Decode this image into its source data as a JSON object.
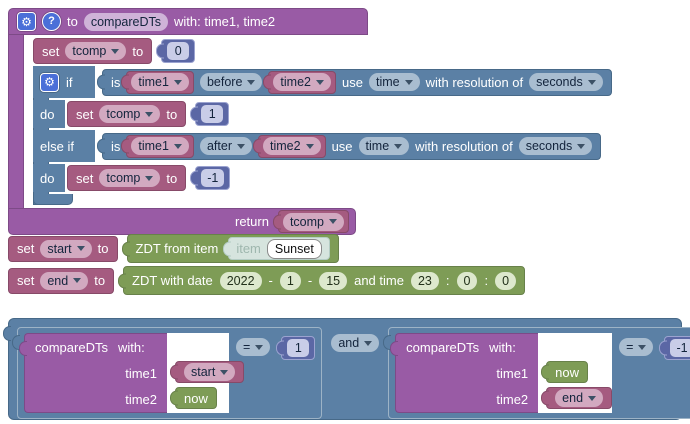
{
  "icons": {
    "gear": "⚙",
    "help": "?"
  },
  "def": {
    "header": {
      "to": "to",
      "name": "compareDTs",
      "params": "with: time1, time2"
    },
    "set0": {
      "set": "set",
      "var": "tcomp",
      "to": "to",
      "value": "0"
    },
    "if": {
      "if_label": "if",
      "cond1": {
        "is": "is",
        "left": "time1",
        "op": "before",
        "right": "time2",
        "use": "use",
        "source": "time",
        "res_label": "with resolution of",
        "resolution": "seconds"
      },
      "do1_label": "do",
      "set1": {
        "set": "set",
        "var": "tcomp",
        "to": "to",
        "value": "1"
      },
      "elseif_label": "else if",
      "cond2": {
        "is": "is",
        "left": "time1",
        "op": "after",
        "right": "time2",
        "use": "use",
        "source": "time",
        "res_label": "with resolution of",
        "resolution": "seconds"
      },
      "do2_label": "do",
      "set2": {
        "set": "set",
        "var": "tcomp",
        "to": "to",
        "value": "-1"
      }
    },
    "return": {
      "label": "return",
      "var": "tcomp"
    }
  },
  "set_start": {
    "set": "set",
    "var": "start",
    "to": "to",
    "fn": "ZDT from item",
    "item_label": "item",
    "item_name": "Sunset"
  },
  "set_end": {
    "set": "set",
    "var": "end",
    "to": "to",
    "fn": "ZDT with date",
    "year": "2022",
    "dash1": "-",
    "month": "1",
    "dash2": "-",
    "day": "15",
    "and_time": "and time",
    "hour": "23",
    "colon1": ":",
    "minute": "0",
    "colon2": ":",
    "second": "0"
  },
  "cond": {
    "and": "and",
    "left": {
      "name": "compareDTs",
      "with_label": "with:",
      "p1": "time1",
      "p2": "time2",
      "a1": "start",
      "a2": "now",
      "op": "=",
      "value": "1"
    },
    "right": {
      "name": "compareDTs",
      "with_label": "with:",
      "p1": "time1",
      "p2": "time2",
      "a1": "now",
      "a2": "end",
      "op": "=",
      "value": "-1"
    }
  },
  "colors": {
    "purple": "#995ba5",
    "pink": "#a55b80",
    "blue": "#5b80a5",
    "math_blue": "#5b67a5",
    "green": "#7e9c56",
    "icon_blue": "#4a6fd8"
  }
}
